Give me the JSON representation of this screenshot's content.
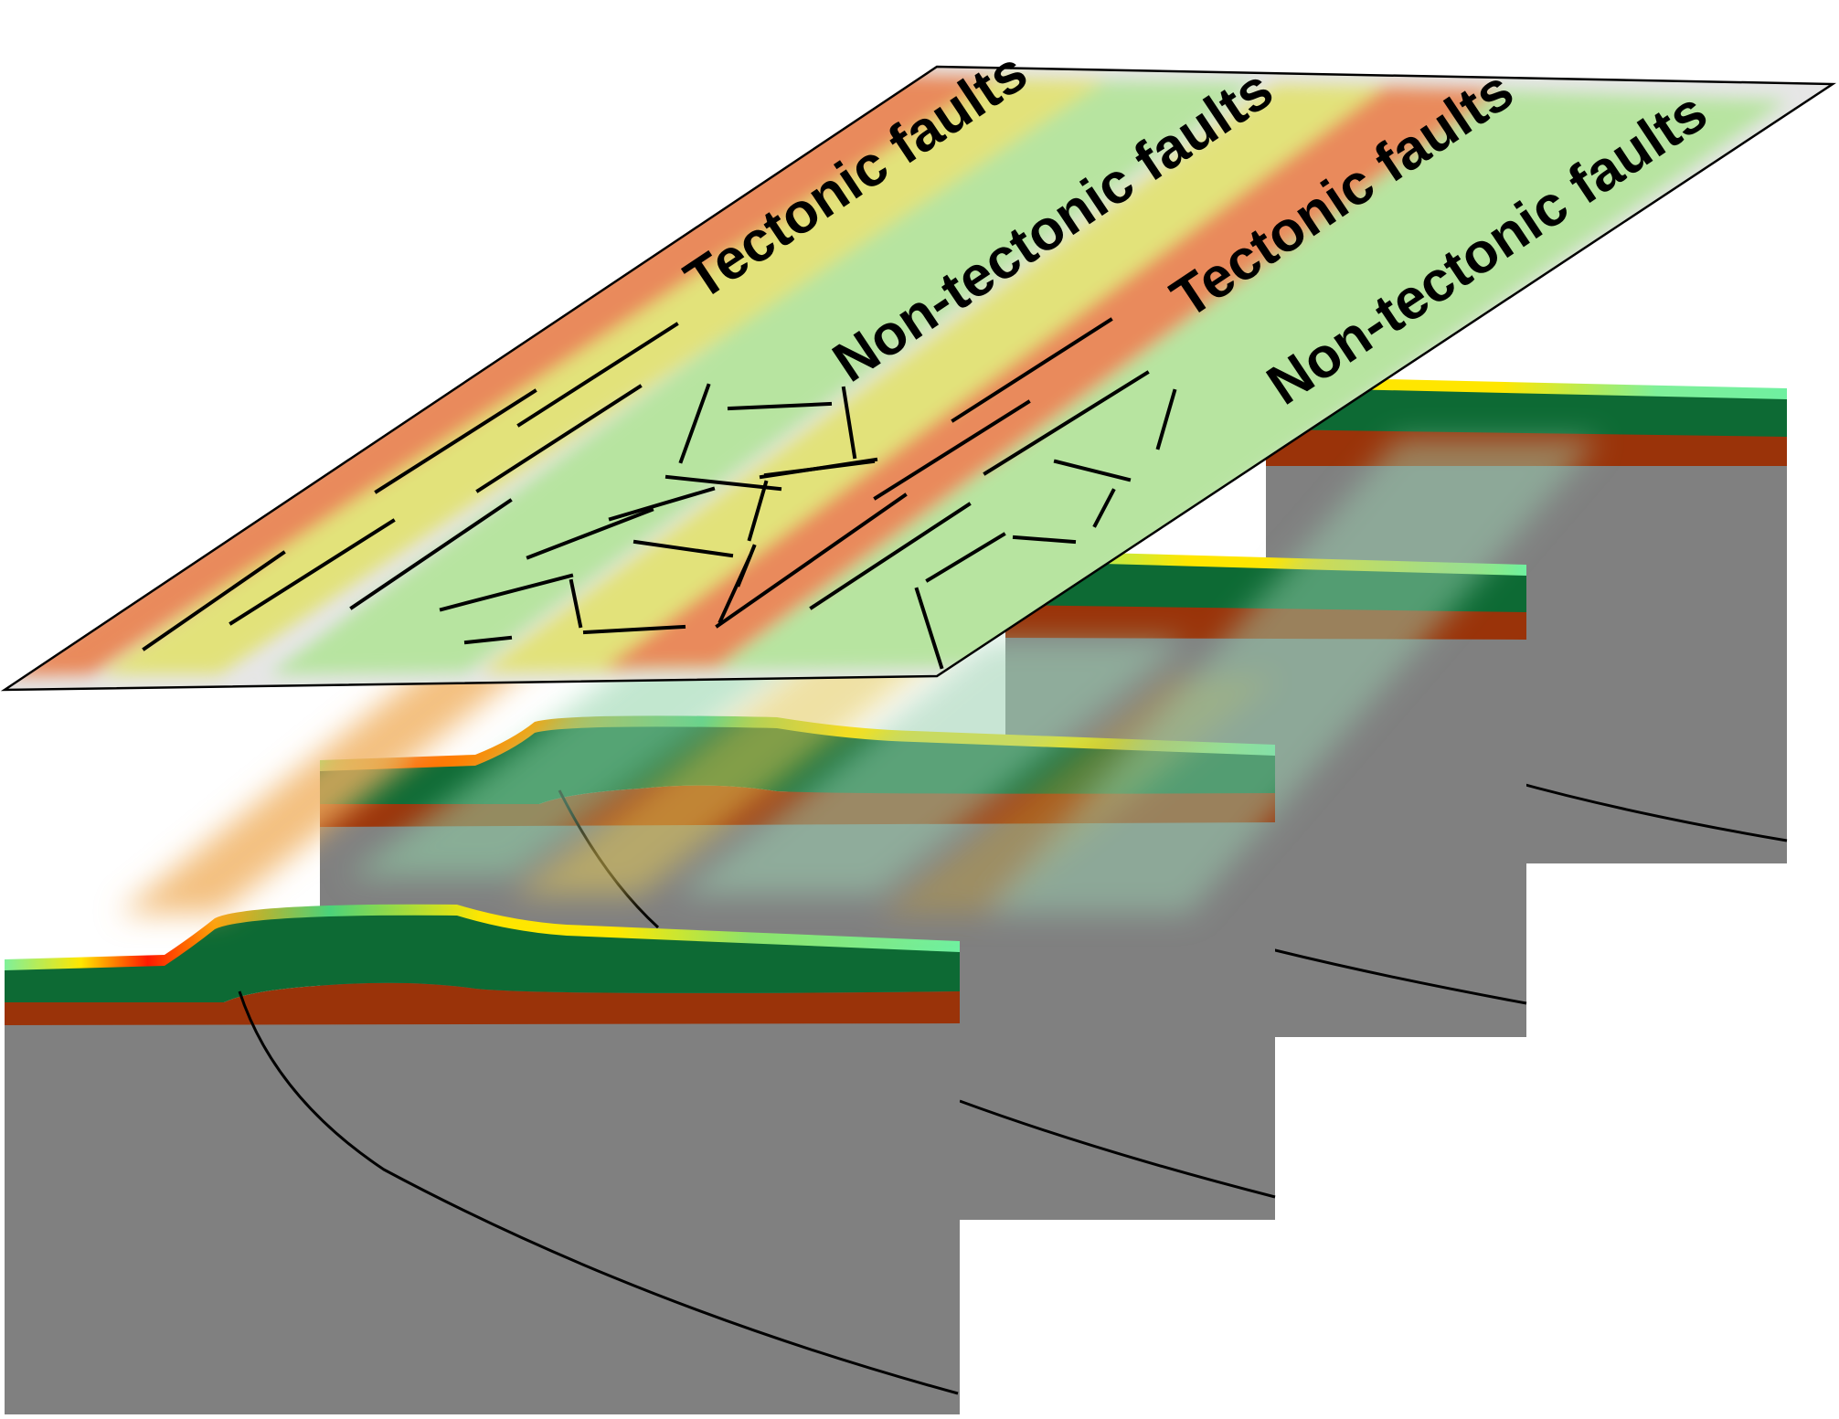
{
  "labels": {
    "tectonic_1": "Tectonic faults",
    "non_tectonic_1": "Non-tectonic faults",
    "tectonic_2": "Tectonic faults",
    "non_tectonic_2": "Non-tectonic faults"
  },
  "colors": {
    "tectonic_zone": "#e98a5c",
    "transition_zone": "#e2e27a",
    "non_tectonic_zone": "#b7e4a0",
    "plane_fill": "#e6e6e6",
    "basement": "#808080",
    "top_layer": "#0d6a34",
    "bottom_layer": "#9a3309",
    "fault_line": "#000000"
  },
  "blocks": 4
}
